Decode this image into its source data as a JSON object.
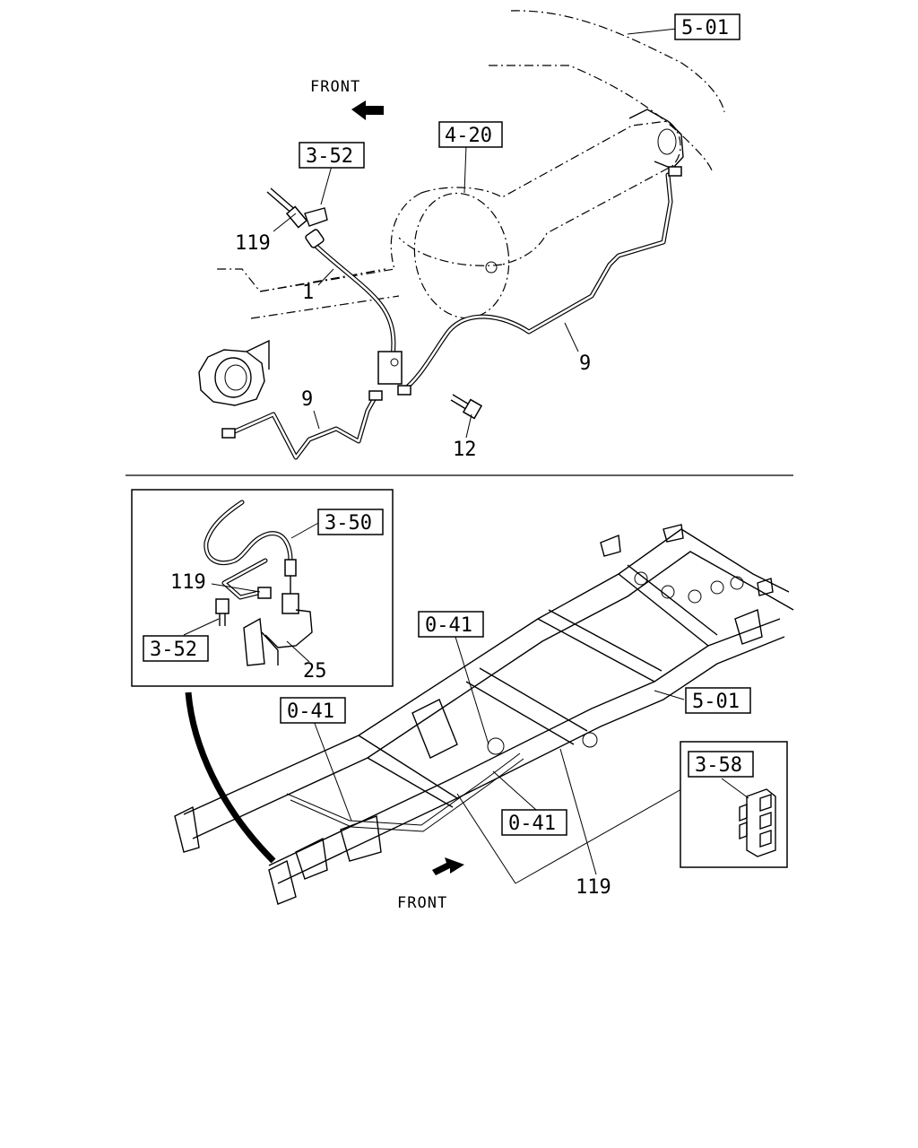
{
  "upper": {
    "refs": {
      "body": "5-01",
      "axle": "4-20",
      "clip": "3-52"
    },
    "parts": {
      "hose_119": "119",
      "hose_1": "1",
      "pipe_9_right": "9",
      "pipe_9_left": "9",
      "bolt_12": "12"
    },
    "front_label": "FRONT"
  },
  "inset": {
    "refs": {
      "pipe": "3-50",
      "clip": "3-52"
    },
    "parts": {
      "hose_119": "119",
      "bracket_25": "25"
    }
  },
  "lower": {
    "refs": {
      "frame": "5-01",
      "clip_top": "0-41",
      "clip_left": "0-41",
      "clip_mid": "0-41",
      "connector": "3-58"
    },
    "parts": {
      "hose_119": "119"
    },
    "front_label": "FRONT"
  }
}
